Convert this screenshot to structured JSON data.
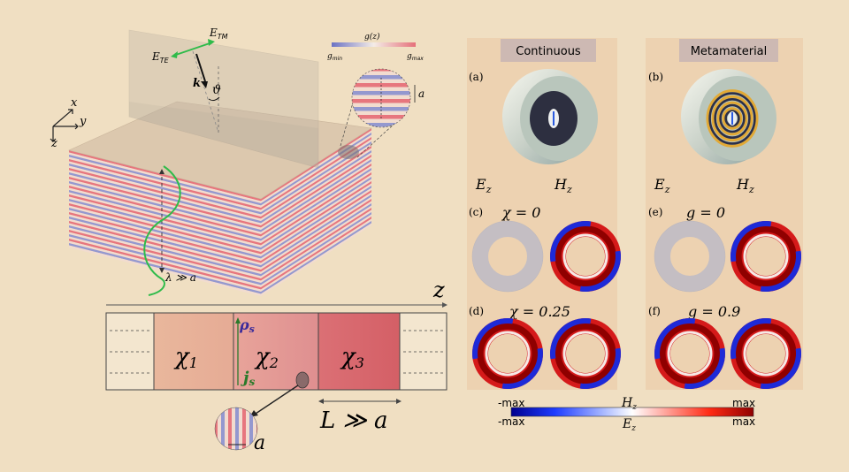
{
  "colors": {
    "background": "#f0dfc2",
    "panel": "#eed4b4",
    "panel_header": "#cdb9b3",
    "layer_red": "#e5707a",
    "layer_blue": "#8286c6",
    "green_wave": "#2fbb4a",
    "chi1": "#e9b59a",
    "chi2": "#e59a95",
    "chi3": "#d9696e"
  },
  "left": {
    "axes": {
      "x": "x",
      "y": "y",
      "z": "z"
    },
    "fields": {
      "te": "E",
      "te_sub": "TE",
      "tm": "E",
      "tm_sub": "TM"
    },
    "k_label": "k",
    "theta_label": "ϑ",
    "g_label": "g(z)",
    "g_min": "g",
    "g_min_sub": "min",
    "g_max": "g",
    "g_max_sub": "max",
    "inset_a": "a",
    "wavelength_label": "λ ≫ a",
    "z_axis": "z",
    "chi1": "χ",
    "chi1_sub": "1",
    "chi2": "χ",
    "chi2_sub": "2",
    "chi3": "χ",
    "chi3_sub": "3",
    "rho": "ρ",
    "rho_sub": "s",
    "j": "j",
    "j_sub": "s",
    "bottom_a": "a",
    "L_label": "L ≫ a"
  },
  "right": {
    "continuous": {
      "title": "Continuous",
      "label_a": "(a)",
      "ez": "E",
      "ez_sub": "z",
      "hz": "H",
      "hz_sub": "z",
      "label_c": "(c)",
      "eq_c": "χ = 0",
      "label_d": "(d)",
      "eq_d": "χ = 0.25"
    },
    "metamaterial": {
      "title": "Metamaterial",
      "label_b": "(b)",
      "ez": "E",
      "ez_sub": "z",
      "hz": "H",
      "hz_sub": "z",
      "label_e": "(e)",
      "eq_e": "g = 0",
      "label_f": "(f)",
      "eq_f": "g = 0.9"
    },
    "colorbar": {
      "top_min": "-max",
      "top_label": "H",
      "top_label_sub": "z",
      "top_max": "max",
      "bottom_min": "-max",
      "bottom_label": "E",
      "bottom_label_sub": "z",
      "bottom_max": "max"
    }
  }
}
